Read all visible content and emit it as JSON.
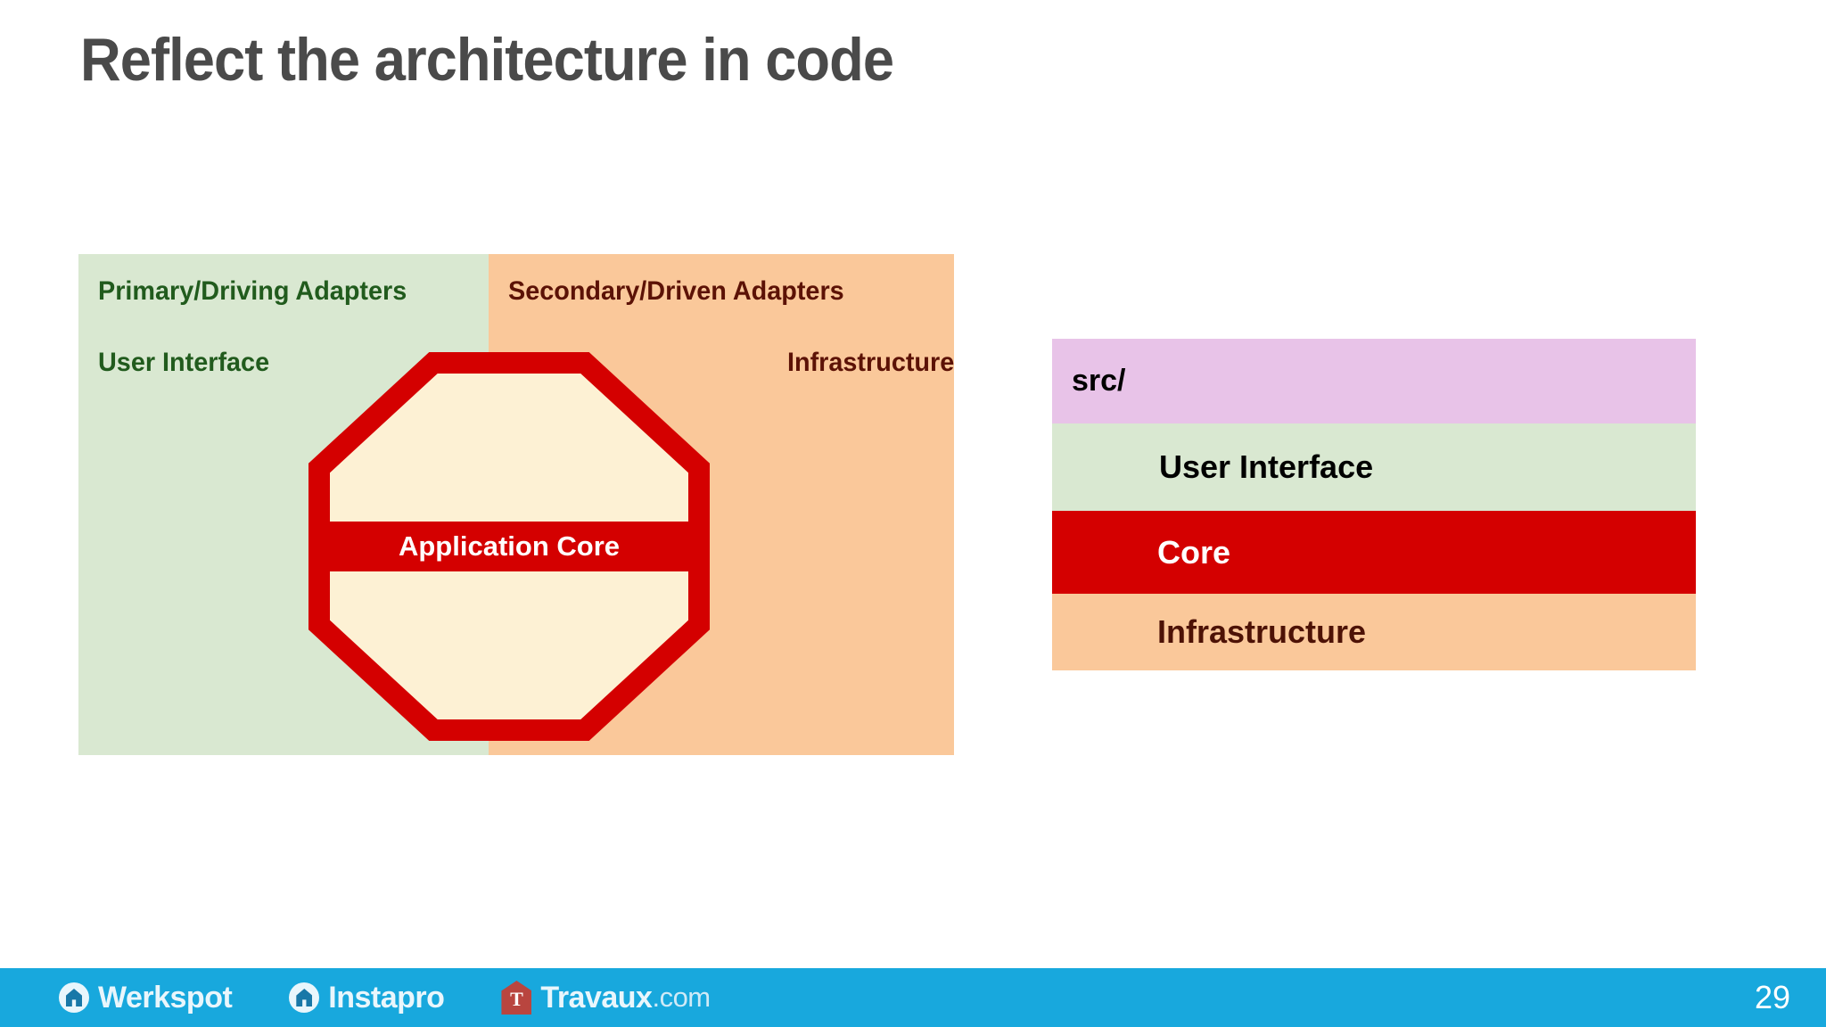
{
  "slide": {
    "title": "Reflect the architecture in code",
    "page_number": "29"
  },
  "hexagon_diagram": {
    "left_panel": {
      "heading": "Primary/Driving Adapters",
      "subheading": "User Interface",
      "color": "#d9e8d1",
      "text_color": "#215b1d"
    },
    "right_panel": {
      "heading": "Secondary/Driven Adapters",
      "subheading": "Infrastructure",
      "color": "#fac89a",
      "text_color": "#5c1206"
    },
    "octagon": {
      "core_label": "Application Core",
      "fill_color": "#fdf1d4",
      "border_color": "#d40000",
      "band_color": "#d40000",
      "band_text_color": "#ffffff"
    }
  },
  "code_stack": {
    "rows": [
      {
        "label": "src/",
        "background": "#e8c3e8",
        "text_color": "#000000"
      },
      {
        "label": "User Interface",
        "background": "#d9e8d1",
        "text_color": "#000000"
      },
      {
        "label": "Core",
        "background": "#d40000",
        "text_color": "#ffffff"
      },
      {
        "label": "Infrastructure",
        "background": "#fac89a",
        "text_color": "#4d1206"
      }
    ]
  },
  "footer": {
    "background": "#18a8dd",
    "brands": [
      {
        "name": "Werkspot",
        "tld": "",
        "icon": "werkspot-logo-icon"
      },
      {
        "name": "Instapro",
        "tld": "",
        "icon": "instapro-logo-icon"
      },
      {
        "name": "Travaux",
        "tld": ".com",
        "icon": "travaux-logo-icon"
      }
    ]
  }
}
